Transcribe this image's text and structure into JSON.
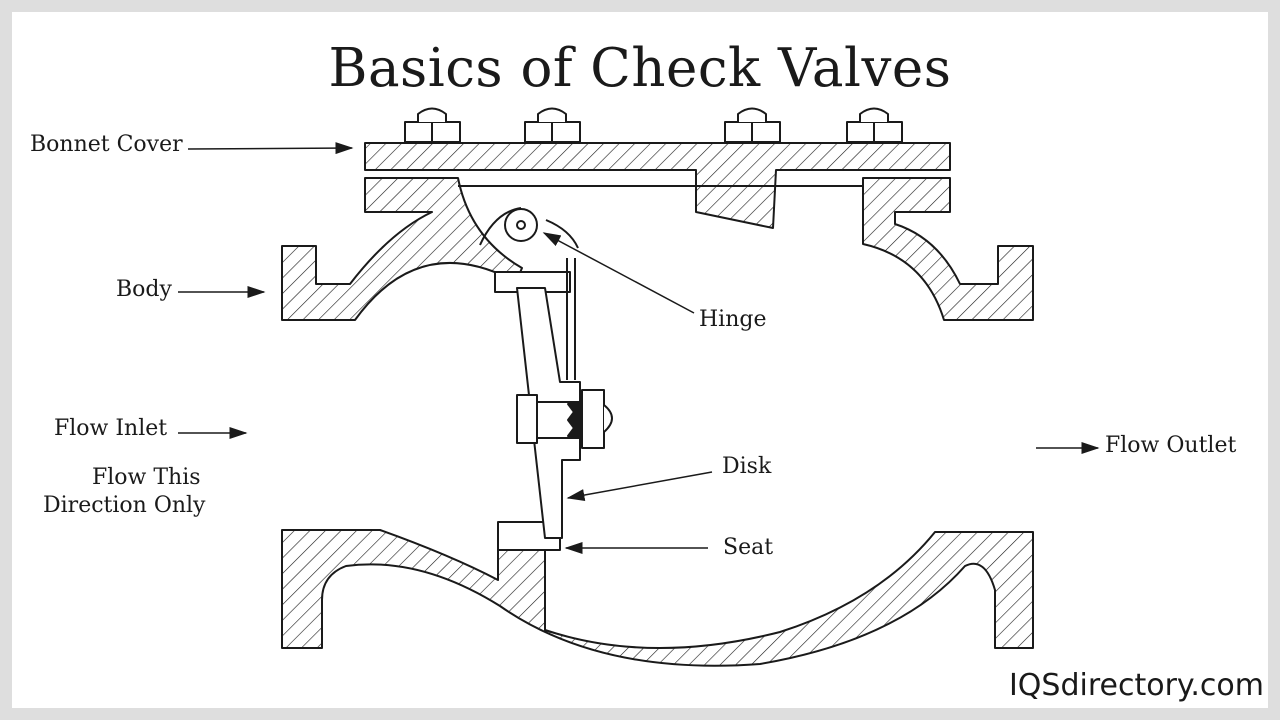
{
  "title": "Basics of Check Valves",
  "labels": {
    "bonnet_cover": "Bonnet Cover",
    "body": "Body",
    "flow_inlet": "Flow Inlet",
    "flow_direction_line1": "Flow This",
    "flow_direction_line2": "Direction Only",
    "hinge": "Hinge",
    "disk": "Disk",
    "seat": "Seat",
    "flow_outlet": "Flow Outlet"
  },
  "brand": "IQSdirectory.com",
  "colors": {
    "ink": "#1a1a1a",
    "frame": "#dedede",
    "background": "#ffffff"
  }
}
